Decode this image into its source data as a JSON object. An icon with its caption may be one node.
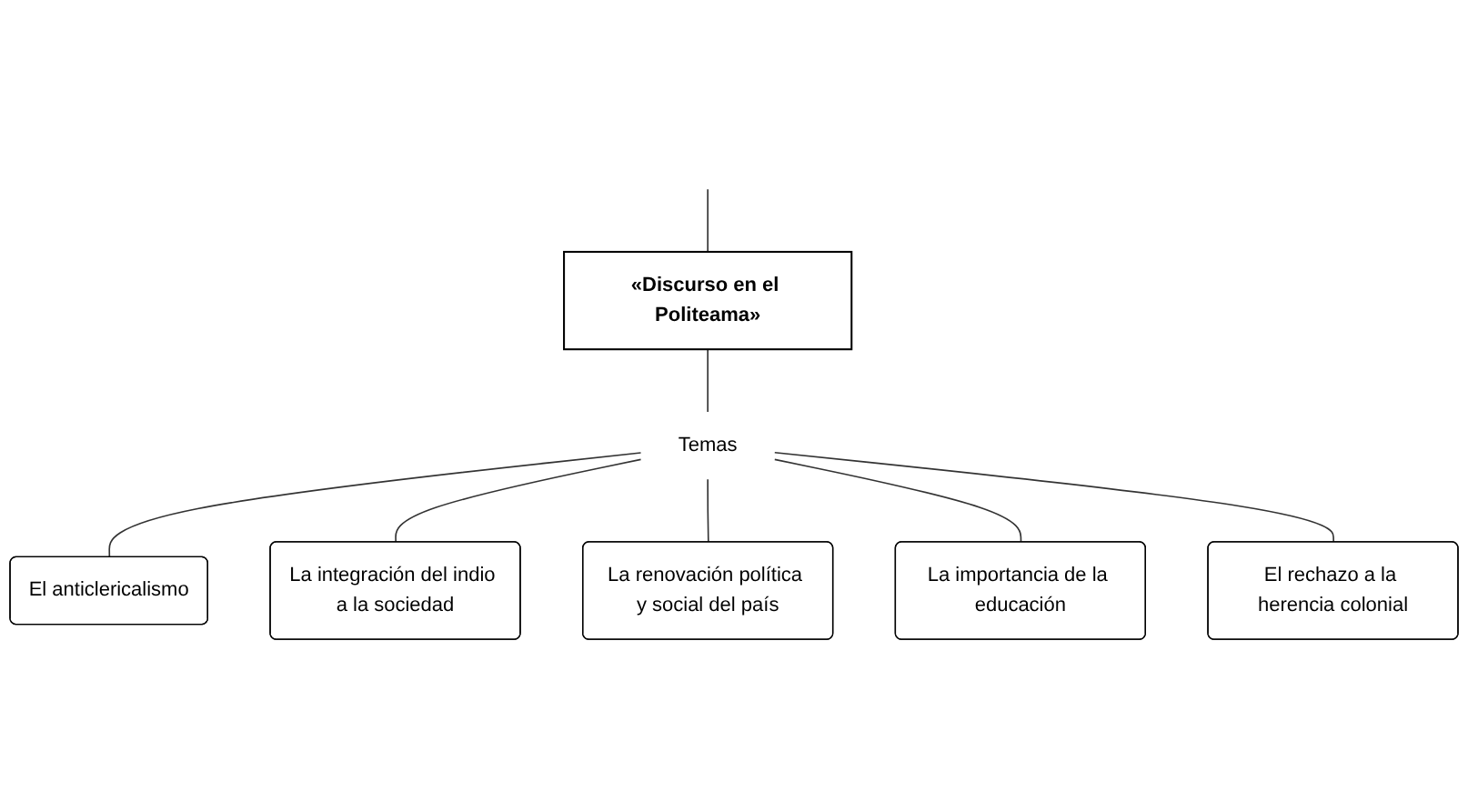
{
  "diagram": {
    "nodes": [
      {
        "text": [
          "«Discurso en el Politeama»"
        ]
      },
      {
        "text": [
          "Temas"
        ]
      },
      {
        "text": [
          "El anticlericalismo"
        ]
      },
      {
        "text": [
          "La integración del indio a la sociedad"
        ]
      },
      {
        "text": [
          "La renovación política y social del país"
        ]
      },
      {
        "text": [
          "La importancia de la educación"
        ]
      },
      {
        "text": [
          "El rechazo a la herencia colonial"
        ]
      }
    ],
    "edges": [
      {
        "from": null,
        "to": 0,
        "arrow": "none"
      },
      {
        "from": 0,
        "to": 1,
        "arrow": "none"
      },
      {
        "from": 1,
        "to": 2,
        "arrow": "none"
      },
      {
        "from": 1,
        "to": 3,
        "arrow": "none"
      },
      {
        "from": 1,
        "to": 4,
        "arrow": "none"
      },
      {
        "from": 1,
        "to": 5,
        "arrow": "none"
      },
      {
        "from": 1,
        "to": 6,
        "arrow": "none"
      }
    ]
  }
}
